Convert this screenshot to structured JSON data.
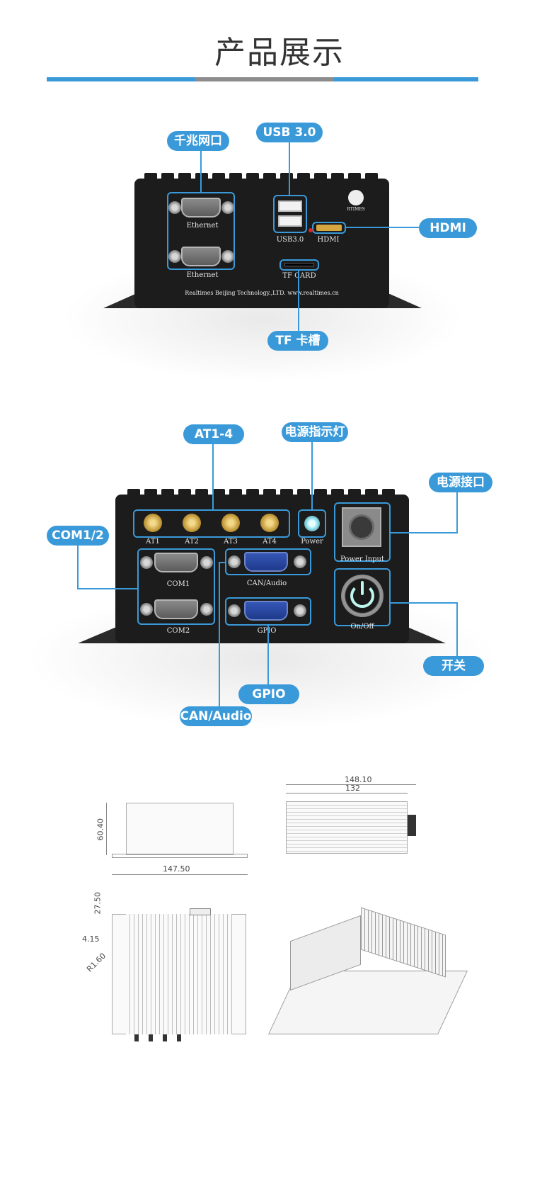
{
  "header": {
    "title": "产品展示",
    "bar_colors": [
      "#3a9ad9",
      "#8c8c8c",
      "#3a9ad9"
    ]
  },
  "front_panel": {
    "callouts": {
      "ethernet": "千兆网口",
      "usb": "USB 3.0",
      "hdmi": "HDMI",
      "tf": "TF 卡槽"
    },
    "labels": {
      "eth1": "Ethernet",
      "eth2": "Ethernet",
      "usb": "USB3.0",
      "hdmi": "HDMI",
      "tf": "TF CARD",
      "footer": "Realtimes Beijing Technology.,LTD.   www.realtimes.cn",
      "logo": "RTIMES"
    }
  },
  "rear_panel": {
    "callouts": {
      "at": "AT1-4",
      "power_led": "电源指示灯",
      "power_input": "电源接口",
      "com": "COM1/2",
      "switch": "开关",
      "gpio": "GPIO",
      "can": "CAN/Audio"
    },
    "labels": {
      "at1": "AT1",
      "at2": "AT2",
      "at3": "AT3",
      "at4": "AT4",
      "power": "Power",
      "power_input": "Power Input",
      "com1": "COM1",
      "com2": "COM2",
      "can": "CAN/Audio",
      "gpio": "GPIO",
      "onoff": "On/Off"
    }
  },
  "drawings": {
    "front_height": "60.40",
    "front_width": "147.50",
    "side_total": "148.10",
    "side_body": "132",
    "top_dim1": "27.50",
    "top_dim2": "4.15",
    "top_radius": "R1.60"
  },
  "accent_color": "#3a9ad9"
}
